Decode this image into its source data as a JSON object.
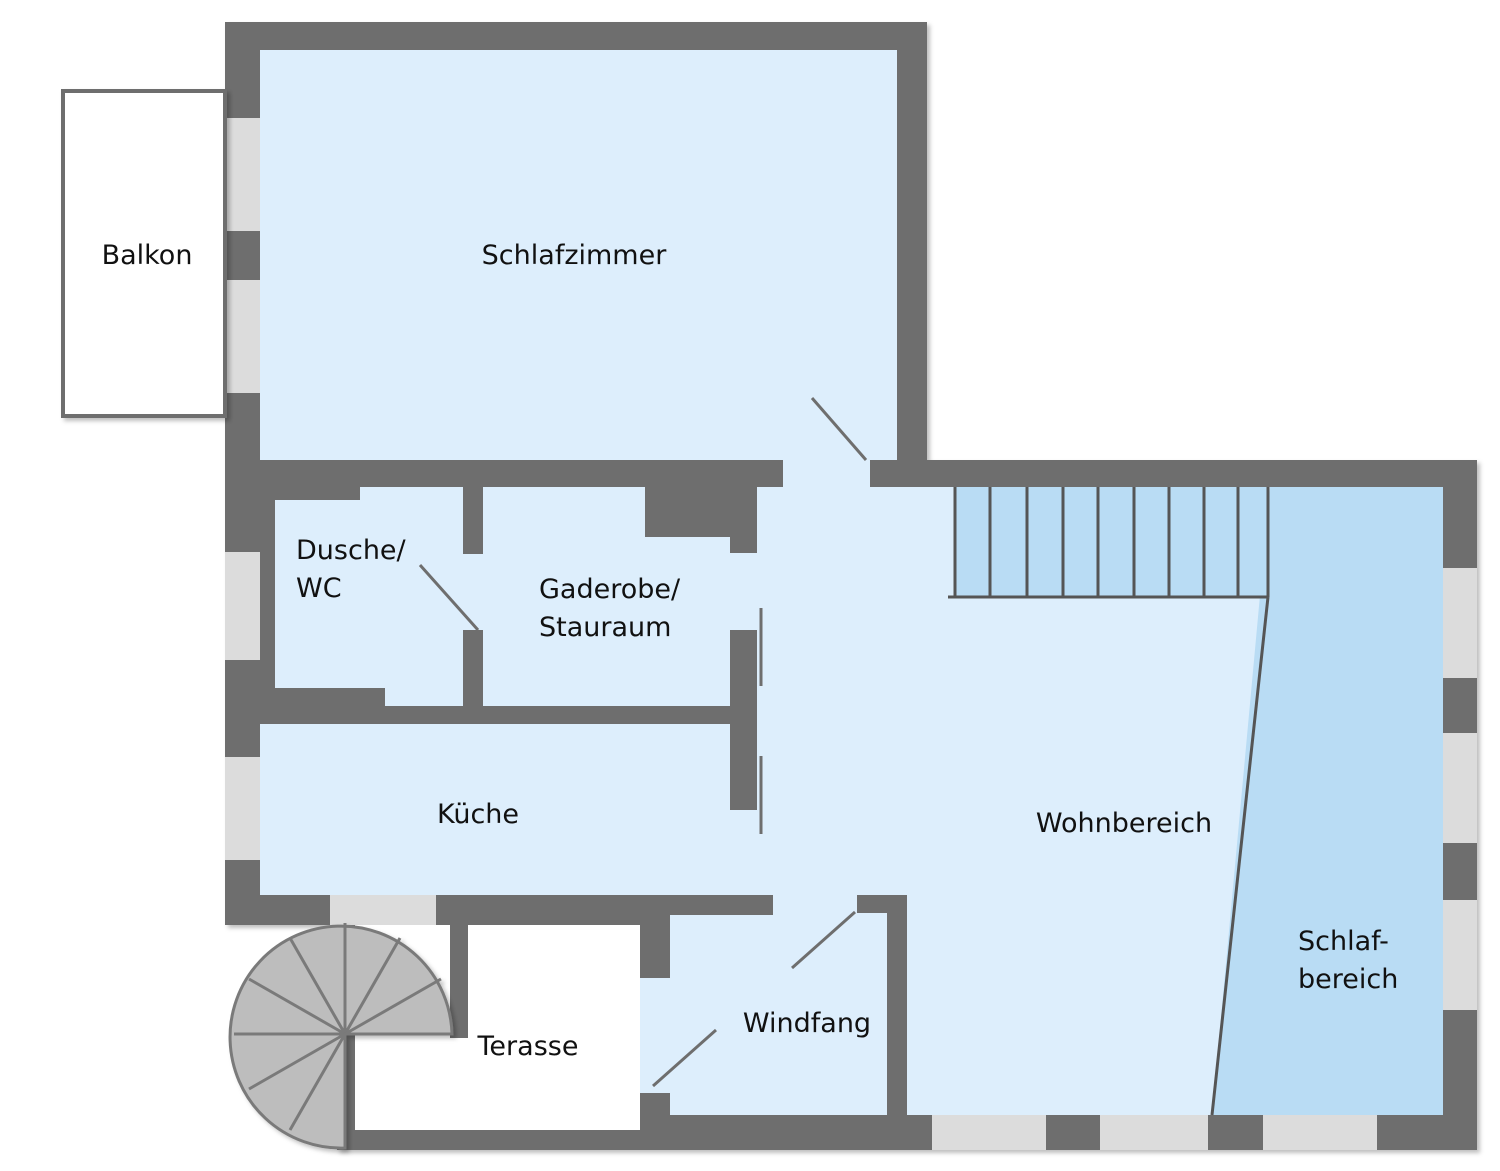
{
  "rooms": {
    "balkon": "Balkon",
    "schlafzimmer": "Schlafzimmer",
    "dusche_line1": "Dusche/",
    "dusche_line2": "WC",
    "gaderobe_line1": "Gaderobe/",
    "gaderobe_line2": "Stauraum",
    "kueche": "Küche",
    "wohnbereich": "Wohnbereich",
    "schlafbereich_line1": "Schlaf-",
    "schlafbereich_line2": "bereich",
    "windfang": "Windfang",
    "terasse": "Terasse"
  },
  "colors": {
    "wall": "#6e6e6e",
    "room_fill": "#ddeefc",
    "sleep_area_fill": "#b9dcf4",
    "window": "#dcdcdc",
    "stair_fill": "#bfbfbf"
  }
}
